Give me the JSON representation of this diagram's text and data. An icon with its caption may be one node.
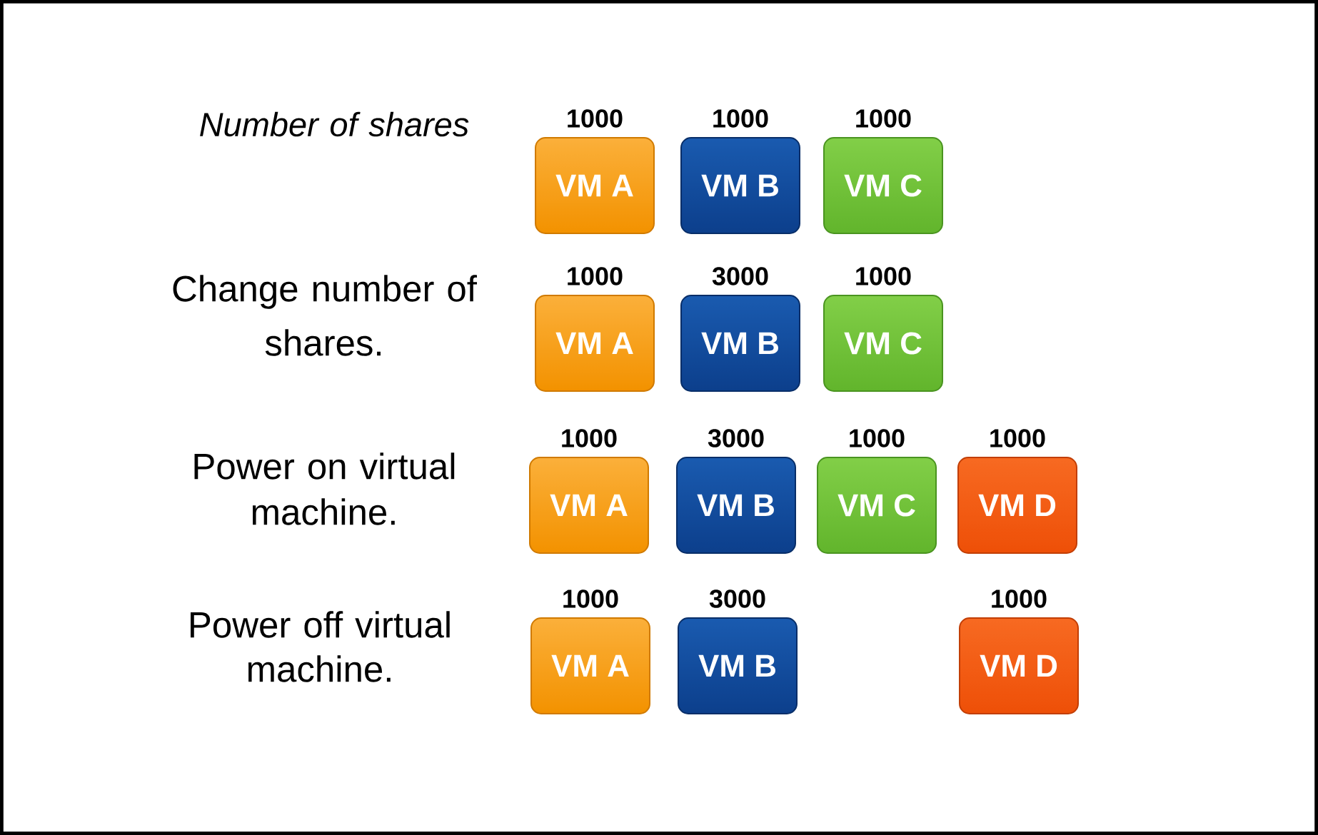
{
  "diagram": {
    "nodes": [
      {
        "text": [
          "VM A"
        ],
        "beside": [
          "1000"
        ]
      },
      {
        "text": [
          "VM B"
        ],
        "beside": [
          "1000"
        ]
      },
      {
        "text": [
          "VM C"
        ],
        "beside": [
          "1000"
        ]
      },
      {
        "text": [
          "VM A"
        ],
        "beside": [
          "1000"
        ]
      },
      {
        "text": [
          "VM B"
        ],
        "beside": [
          "3000"
        ]
      },
      {
        "text": [
          "VM C"
        ],
        "beside": [
          "1000"
        ]
      },
      {
        "text": [
          "VM A"
        ],
        "beside": [
          "1000"
        ]
      },
      {
        "text": [
          "VM B"
        ],
        "beside": [
          "3000"
        ]
      },
      {
        "text": [
          "VM C"
        ],
        "beside": [
          "1000"
        ]
      },
      {
        "text": [
          "VM D"
        ],
        "beside": [
          "1000"
        ]
      },
      {
        "text": [
          "VM A"
        ],
        "beside": [
          "1000"
        ]
      },
      {
        "text": [
          "VM B"
        ],
        "beside": [
          "3000"
        ]
      },
      {
        "text": [
          "VM D"
        ],
        "beside": [
          "1000"
        ]
      }
    ],
    "labels": [
      "Number of shares",
      "Change number of shares.",
      "Power on virtual machine.",
      "Power off virtual machine."
    ]
  }
}
